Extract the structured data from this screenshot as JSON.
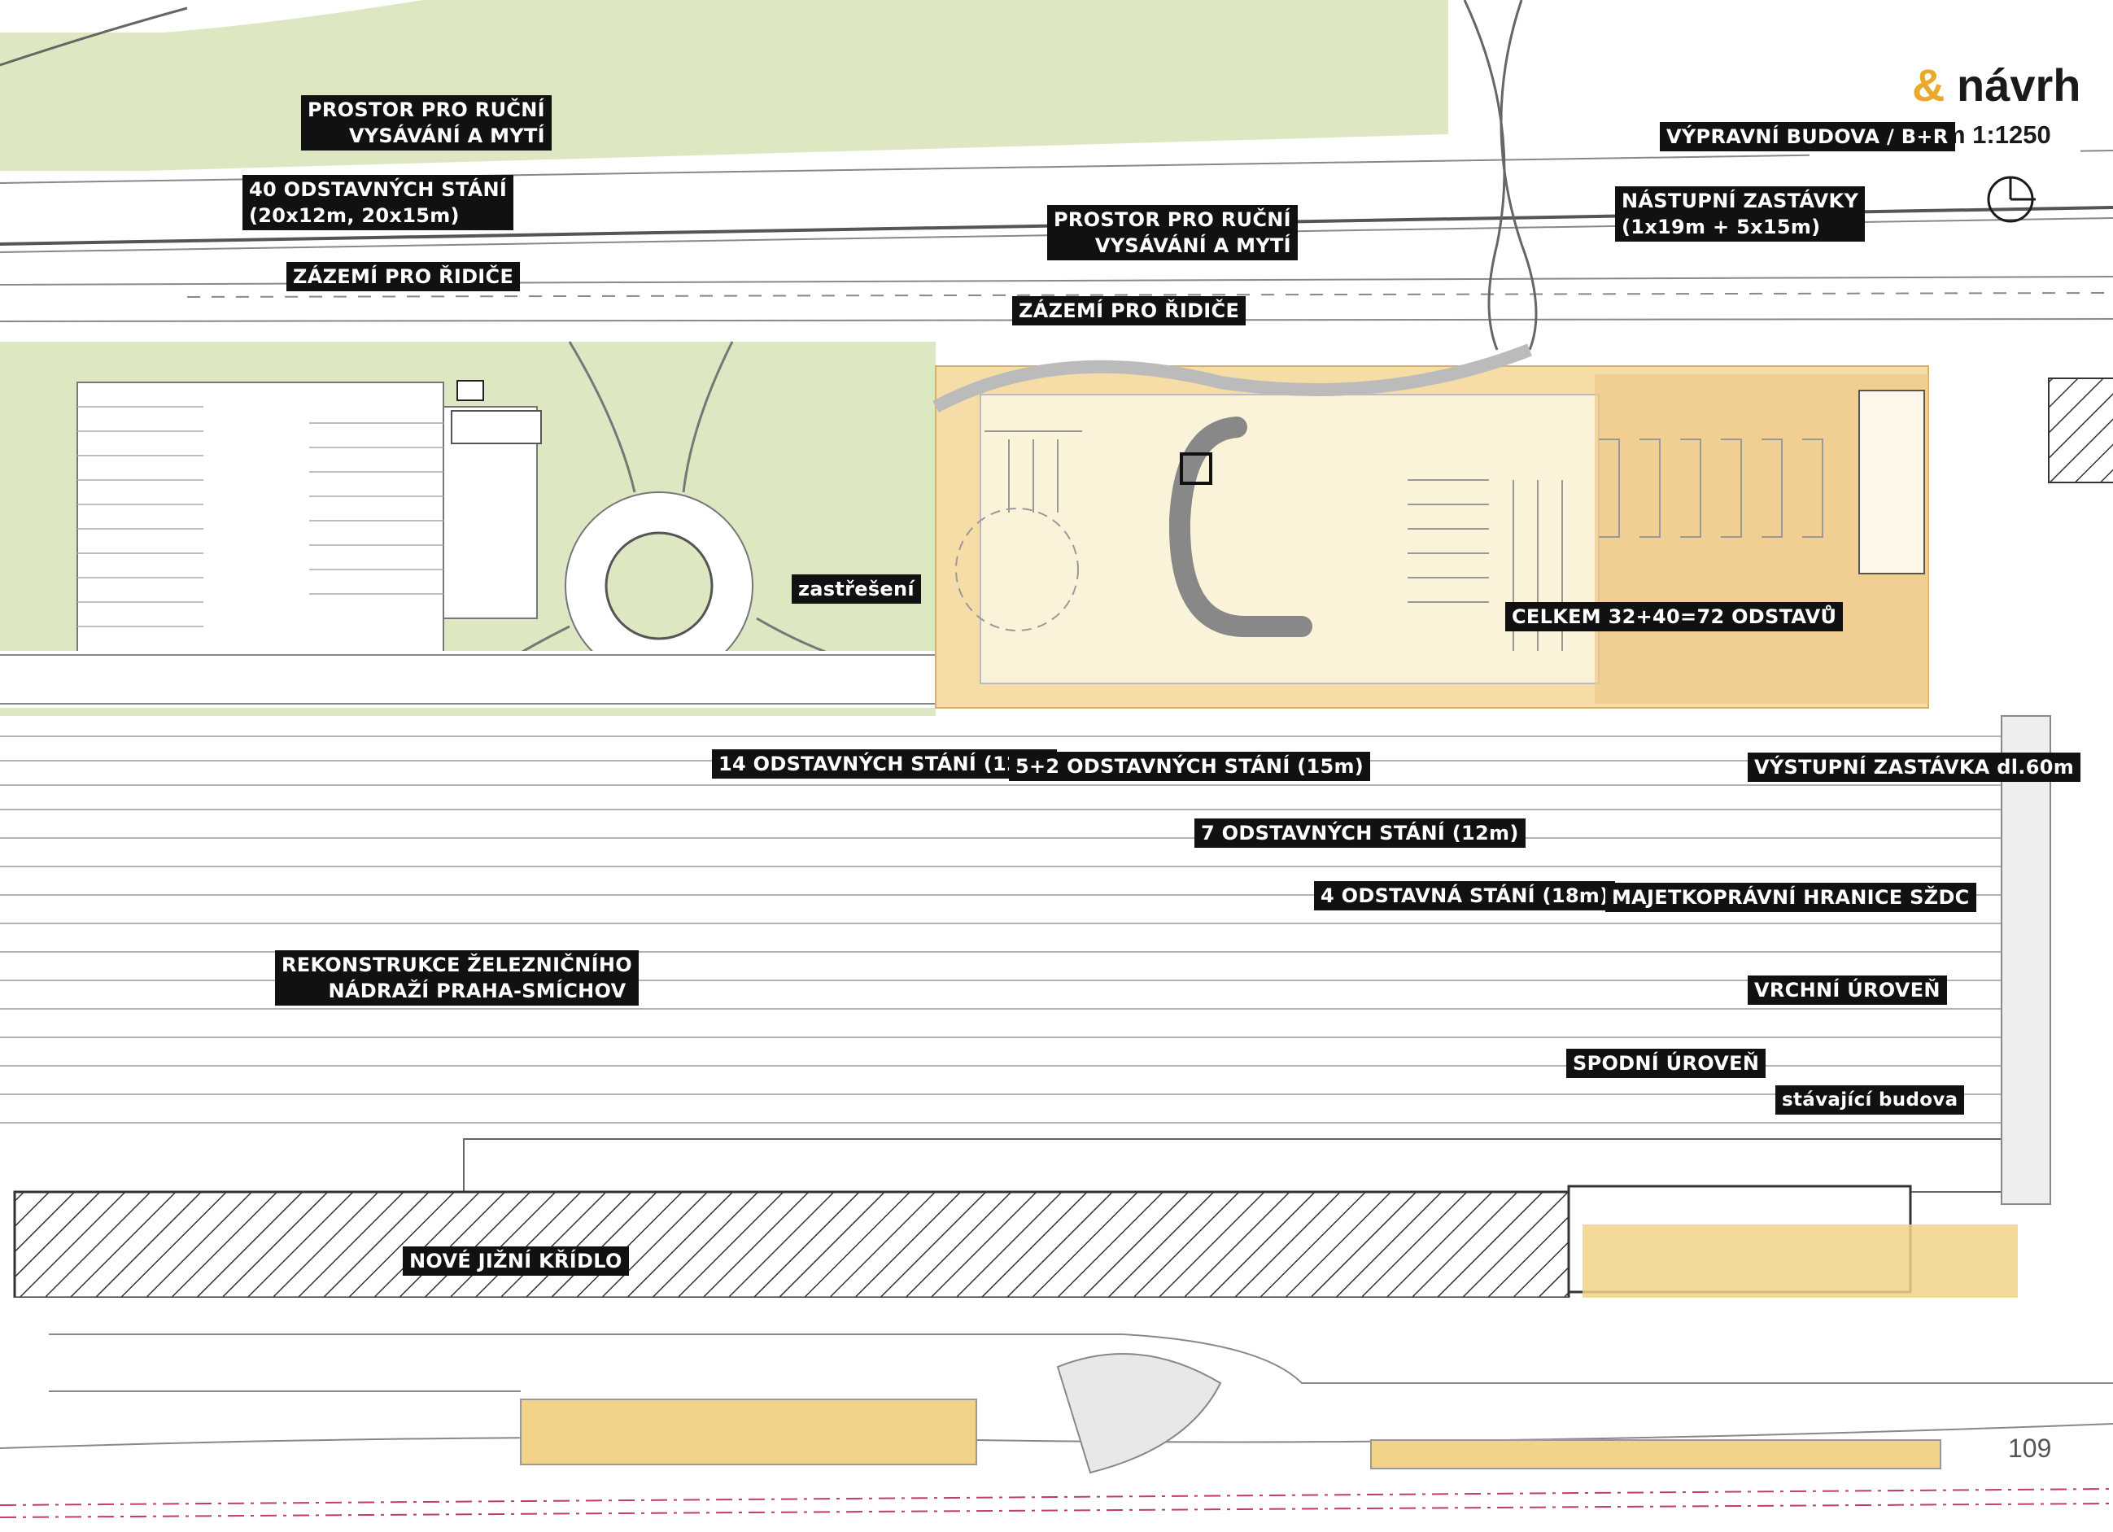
{
  "title": {
    "amp": "&",
    "word": "návrh",
    "scale": "m 1:1250"
  },
  "page_number": "109",
  "colors": {
    "greenery": "#dde8c2",
    "parking_light": "#fbf2da",
    "parking_mid": "#f6dca6",
    "parking_dark": "#f0c98a",
    "station_yellow": "#f2d387",
    "label_bg": "#111111",
    "accent": "#e9a92a",
    "hatch": "#333333"
  },
  "labels": {
    "wash_left": [
      "PROSTOR PRO RUČNÍ",
      "VYSÁVÁNÍ A MYTÍ"
    ],
    "parking40": [
      "40 ODSTAVNÝCH STÁNÍ",
      "(20x12m, 20x15m)"
    ],
    "driver_left": "ZÁZEMÍ PRO ŘIDIČE",
    "wash_center": [
      "PROSTOR PRO RUČNÍ",
      "VYSÁVÁNÍ A MYTÍ"
    ],
    "driver_center": "ZÁZEMÍ PRO ŘIDIČE",
    "departure": "VÝPRAVNÍ BUDOVA / B+R",
    "boarding": [
      "NÁSTUPNÍ ZASTÁVKY",
      "(1x19m + 5x15m)"
    ],
    "roofing": "zastřešení",
    "total": "CELKEM 32+40=72 ODSTAVŮ",
    "parking14": "14 ODSTAVNÝCH STÁNÍ (12m)",
    "parking5_2": "5+2 ODSTAVNÝCH STÁNÍ (15m)",
    "parking7": "7 ODSTAVNÝCH STÁNÍ (12m)",
    "parking4": "4 ODSTAVNÁ STÁNÍ (18m)",
    "exit_stop": "VÝSTUPNÍ ZASTÁVKA dl.60m",
    "property": "MAJETKOPRÁVNÍ HRANICE SŽDC",
    "upper": "VRCHNÍ ÚROVEŇ",
    "lower": "SPODNÍ ÚROVEŇ",
    "existing": "stávající budova",
    "station": [
      "REKONSTRUKCE ŽELEZNIČNÍHO",
      "NÁDRAŽÍ PRAHA-SMÍCHOV"
    ],
    "south_wing": "NOVÉ JIŽNÍ KŘÍDLO"
  }
}
